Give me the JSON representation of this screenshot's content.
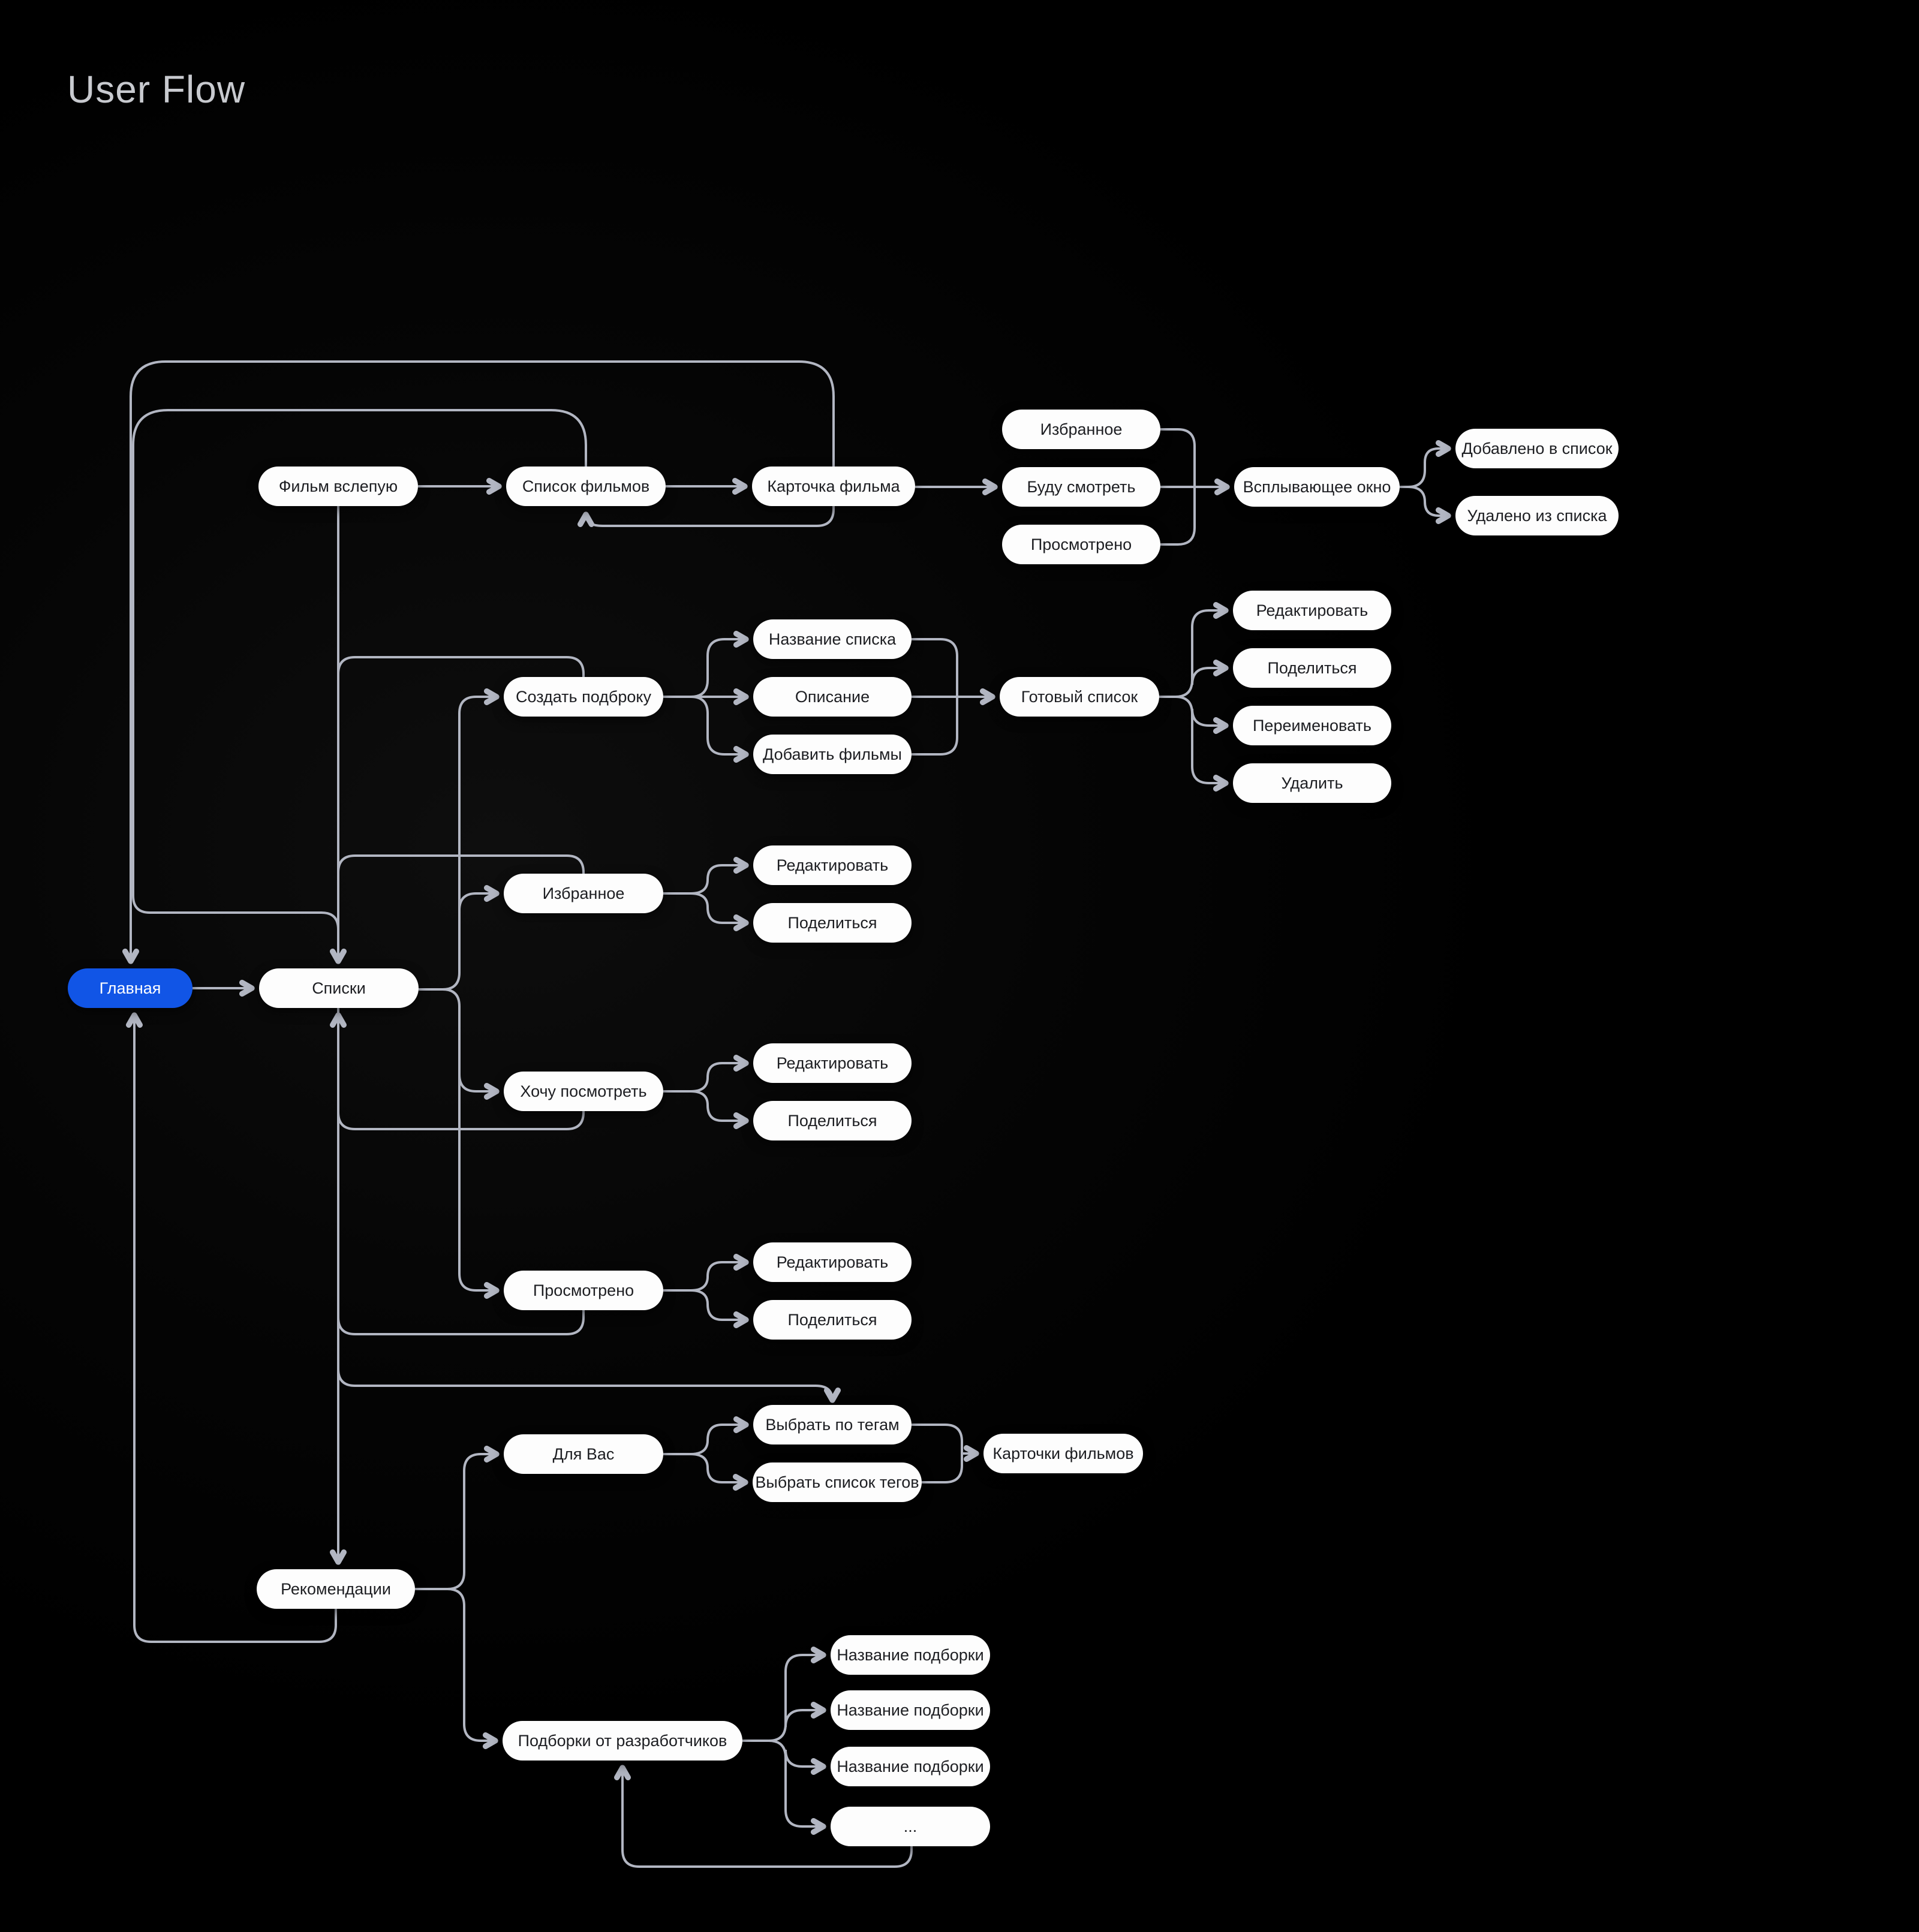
{
  "title": "User Flow",
  "colors": {
    "background": "#000000",
    "node_background": "#fdfdfd",
    "node_text": "#1d1e22",
    "accent_blue": "#1155e6",
    "connector": "#b2b6c2",
    "title_text": "#c8cacf"
  },
  "nodes": {
    "glavnaya": {
      "label": "Главная"
    },
    "spiski": {
      "label": "Списки"
    },
    "film_vslepuyu": {
      "label": "Фильм вслепую"
    },
    "spisok_filmov": {
      "label": "Список фильмов"
    },
    "kartochka_filma": {
      "label": "Карточка фильма"
    },
    "status_izbrannoe": {
      "label": "Избранное"
    },
    "budu_smotret": {
      "label": "Буду смотреть"
    },
    "status_prosmotreno": {
      "label": "Просмотрено"
    },
    "vsplyvayushchee_okno": {
      "label": "Всплывающее окно"
    },
    "dobavleno_v_spisok": {
      "label": "Добавлено в список"
    },
    "udaleno_iz_spiska": {
      "label": "Удалено из списка"
    },
    "sozdat_podborku": {
      "label": "Создать подброку"
    },
    "nazvanie_spiska": {
      "label": "Название списка"
    },
    "opisanie": {
      "label": "Описание"
    },
    "dobavit_filmy": {
      "label": "Добавить фильмы"
    },
    "gotovyi_spisok": {
      "label": "Готовый список"
    },
    "gotovyi_redaktirovat": {
      "label": "Редактировать"
    },
    "gotovyi_podelitsya": {
      "label": "Поделиться"
    },
    "pereimenovat": {
      "label": "Переименовать"
    },
    "udalit": {
      "label": "Удалить"
    },
    "izbrannoe": {
      "label": "Избранное"
    },
    "izbrannoe_redaktirovat": {
      "label": "Редактировать"
    },
    "izbrannoe_podelitsya": {
      "label": "Поделиться"
    },
    "khochu_posmotret": {
      "label": "Хочу посмотреть"
    },
    "khochu_redaktirovat": {
      "label": "Редактировать"
    },
    "khochu_podelitsya": {
      "label": "Поделиться"
    },
    "prosmotreno": {
      "label": "Просмотрено"
    },
    "prosmotreno_redaktirovat": {
      "label": "Редактировать"
    },
    "prosmotreno_podelitsya": {
      "label": "Поделиться"
    },
    "dlya_vas": {
      "label": "Для Вас"
    },
    "vybrat_po_tegam": {
      "label": "Выбрать по тегам"
    },
    "vybrat_spisok_tegov": {
      "label": "Выбрать список тегов"
    },
    "kartochki_filmov": {
      "label": "Карточки фильмов"
    },
    "rekomendatsii": {
      "label": "Рекомендации"
    },
    "podborki_ot_razrabotchikov": {
      "label": "Подборки от разработчиков"
    },
    "nazvanie_podborki_1": {
      "label": "Название подборки"
    },
    "nazvanie_podborki_2": {
      "label": "Название подборки"
    },
    "nazvanie_podborki_3": {
      "label": "Название подборки"
    },
    "more": {
      "label": "..."
    }
  }
}
